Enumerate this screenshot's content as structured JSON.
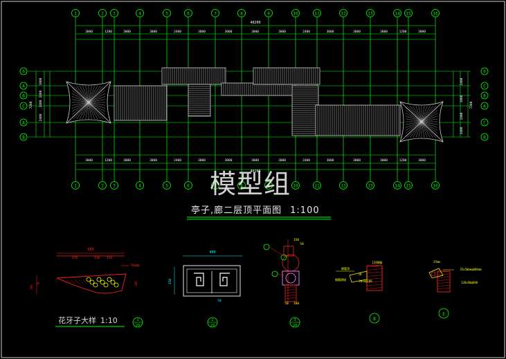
{
  "drawing": {
    "title": "亭子,廊二层顶平面图",
    "title_scale": "1:100",
    "watermark": "模型组",
    "total_dim": "40200",
    "total_dim_bottom": "40200",
    "col_labels": [
      "1",
      "2",
      "3",
      "4",
      "5",
      "6",
      "7",
      "8",
      "9",
      "10",
      "11",
      "12",
      "13",
      "14",
      "15",
      "16"
    ],
    "row_labels_left": [
      "0",
      "A",
      "B",
      "C",
      "A",
      "B"
    ],
    "row_labels_right": [
      "0",
      "C",
      "B",
      "A",
      "C",
      "B"
    ],
    "top_dims": [
      "3000",
      "1200",
      "3000",
      "3000",
      "2400",
      "3000",
      "3000",
      "3000",
      "3000",
      "2400",
      "3000",
      "3000",
      "3000",
      "1200",
      "3000"
    ],
    "bottom_dims": [
      "3000",
      "1200",
      "3000",
      "3000",
      "2400",
      "3000",
      "3000",
      "3000",
      "3000",
      "2400",
      "3000",
      "3000",
      "3000",
      "1200",
      "3000"
    ],
    "left_dims": [
      "1800",
      "2400",
      "2400",
      "2400"
    ],
    "left_total": "7200",
    "right_dims": [
      "2400",
      "1800",
      "2400",
      "2400"
    ],
    "right_total": "7200",
    "colors": {
      "axis": "#00ff00",
      "dim": "#ffffff",
      "roof": "#cfcfcf",
      "detail_red": "#ff2020",
      "detail_cyan": "#00ffff",
      "detail_yellow": "#ffff00",
      "bubble": "#00ff00"
    }
  },
  "details": {
    "d1_caption": "花牙子大样",
    "d1_scale": "1:10",
    "d1_dims": [
      "680",
      "370",
      "130",
      "120"
    ],
    "d1_note": "70mm板",
    "d1_side": [
      "390",
      "70",
      "200"
    ],
    "d1_bubble_top": "1",
    "d1_bubble_bottom": "20",
    "d2_top": "400",
    "d2_side": "150",
    "d2_bottom": "50",
    "d2_bubble_top": "2",
    "d2_bubble_bottom": "20",
    "d3_top": [
      "150",
      "50"
    ],
    "d3_bottom": [
      "50",
      "100"
    ],
    "d3_bubble_top": "3",
    "d3_bubble_bottom": "20",
    "d4_labels": [
      "钢管顶",
      "120钢板",
      "钢筋焊接",
      "50",
      "2Ф16@100"
    ],
    "d4_bubble": "B",
    "d5_labels": [
      "35mm",
      "35x50mm@600mm",
      "120x60@600"
    ],
    "d5_bubble": "E"
  }
}
